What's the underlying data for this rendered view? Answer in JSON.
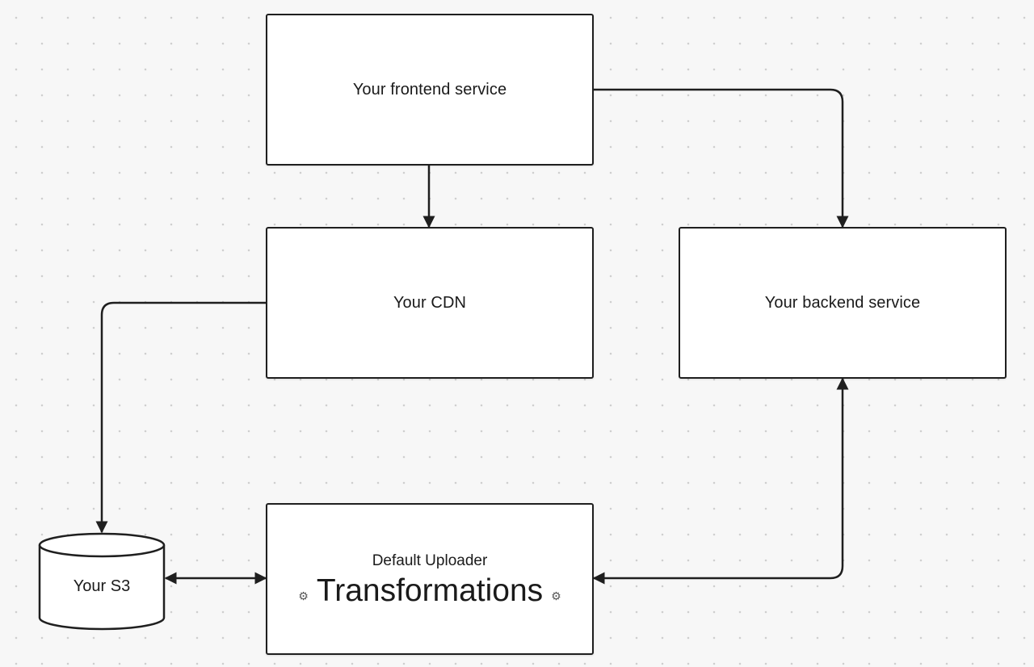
{
  "diagram": {
    "nodes": {
      "frontend": {
        "label": "Your frontend service"
      },
      "cdn": {
        "label": "Your CDN"
      },
      "backend": {
        "label": "Your backend service"
      },
      "uploader": {
        "subtitle": "Default Uploader",
        "title": "Transformations",
        "decoration_icon": "gear-icon"
      },
      "s3": {
        "label": "Your S3",
        "shape": "cylinder"
      }
    },
    "edges": [
      {
        "from": "frontend",
        "to": "cdn",
        "direction": "forward"
      },
      {
        "from": "frontend",
        "to": "backend",
        "direction": "forward"
      },
      {
        "from": "cdn",
        "to": "s3",
        "direction": "forward"
      },
      {
        "from": "s3",
        "to": "uploader",
        "direction": "both"
      },
      {
        "from": "uploader",
        "to": "backend",
        "direction": "both"
      }
    ],
    "colors": {
      "background": "#f7f7f7",
      "node_fill": "#ffffff",
      "stroke": "#1f1f1f"
    }
  }
}
